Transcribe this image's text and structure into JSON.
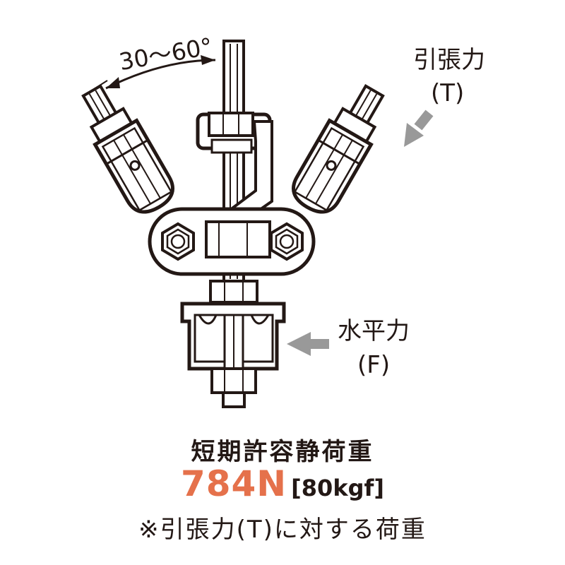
{
  "diagram": {
    "angle_label": "30〜60°",
    "tension_label": "引張力",
    "tension_symbol": "(T)",
    "horizontal_label": "水平力",
    "horizontal_symbol": "(F)"
  },
  "caption": {
    "title": "短期許容静荷重",
    "value": "784N",
    "value_kgf": "[80kgf]",
    "note": "※引張力(T)に対する荷重"
  },
  "colors": {
    "arrow": "#999999",
    "value": "#e5714b",
    "line": "#231815"
  }
}
